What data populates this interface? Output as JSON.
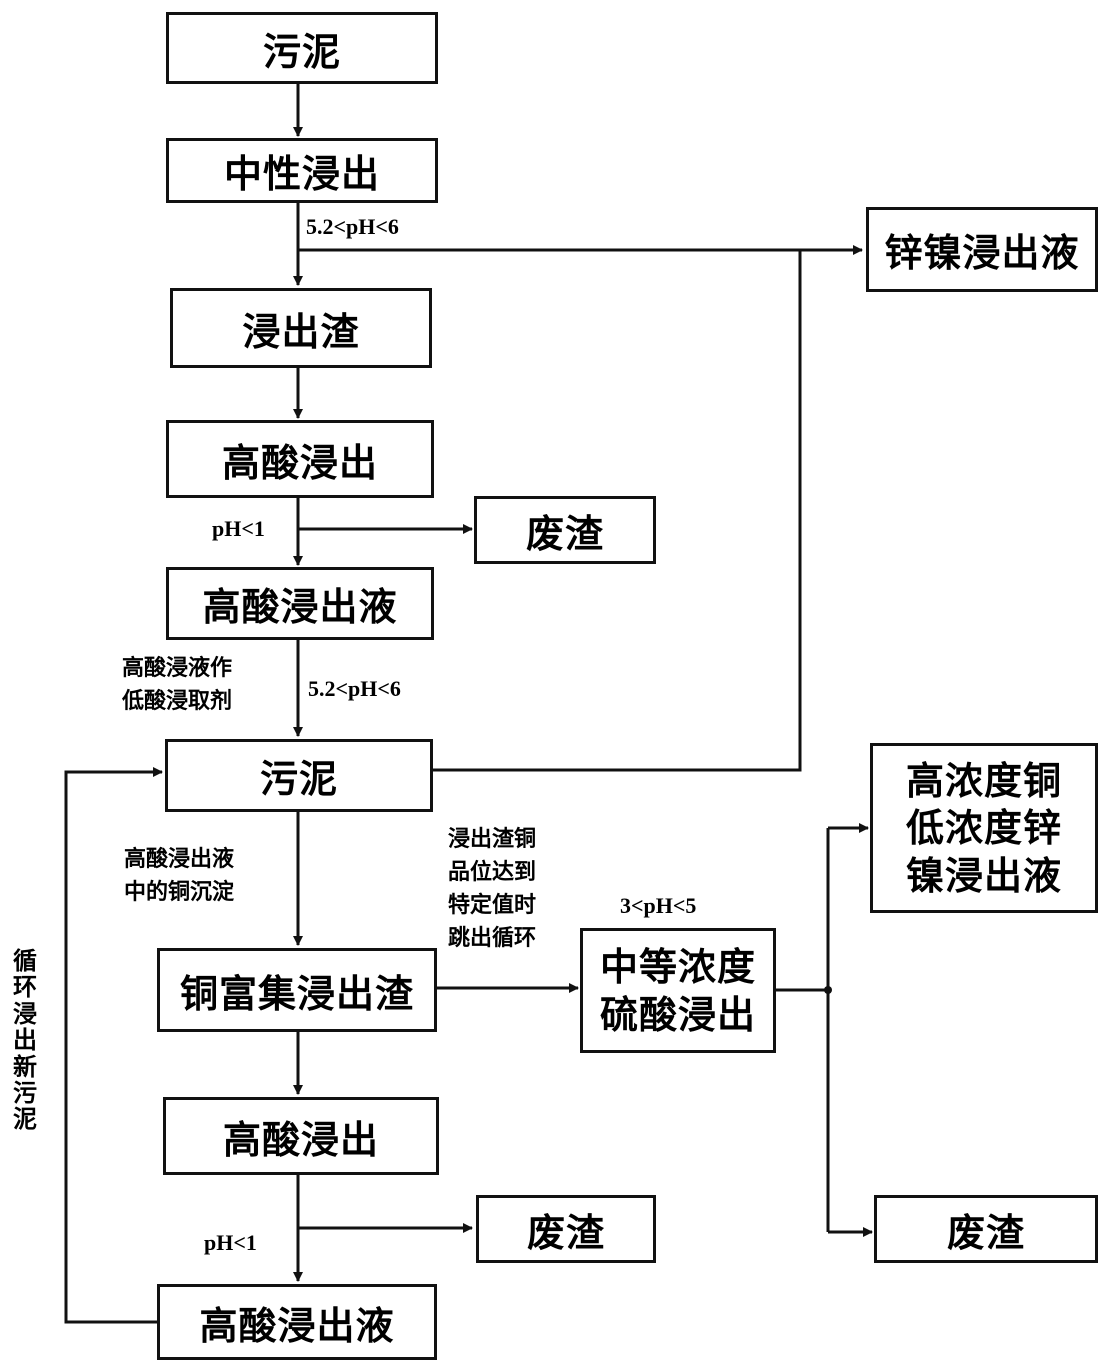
{
  "boxes": {
    "sludge_top": "污泥",
    "neutral_leach": "中性浸出",
    "zn_ni_leachate": "锌镍浸出液",
    "leach_residue": "浸出渣",
    "high_acid_leach_1": "高酸浸出",
    "waste_residue_1": "废渣",
    "high_acid_leachate_1": "高酸浸出液",
    "sludge_mid": "污泥",
    "cu_rich_residue": "铜富集浸出渣",
    "medium_acid_leach": [
      "中等浓度",
      "硫酸浸出"
    ],
    "high_cu_leachate": [
      "高浓度铜",
      "低浓度锌",
      "镍浸出液"
    ],
    "high_acid_leach_2": "高酸浸出",
    "waste_residue_2": "废渣",
    "waste_residue_3": "废渣",
    "high_acid_leachate_2": "高酸浸出液"
  },
  "labels": {
    "ph_neutral": "5.2<pH<6",
    "ph_low_1": "pH<1",
    "ph_mid": "5.2<pH<6",
    "ph_medium": "3<pH<5",
    "ph_low_2": "pH<1"
  },
  "notes": {
    "acid_reuse": [
      "高酸浸液作",
      "低酸浸取剂"
    ],
    "cu_precipitation": [
      "高酸浸出液",
      "中的铜沉淀"
    ],
    "exit_cycle": [
      "浸出渣铜",
      "品位达到",
      "特定值时",
      "跳出循环"
    ],
    "cycle_loop": "循环浸出新污泥"
  }
}
